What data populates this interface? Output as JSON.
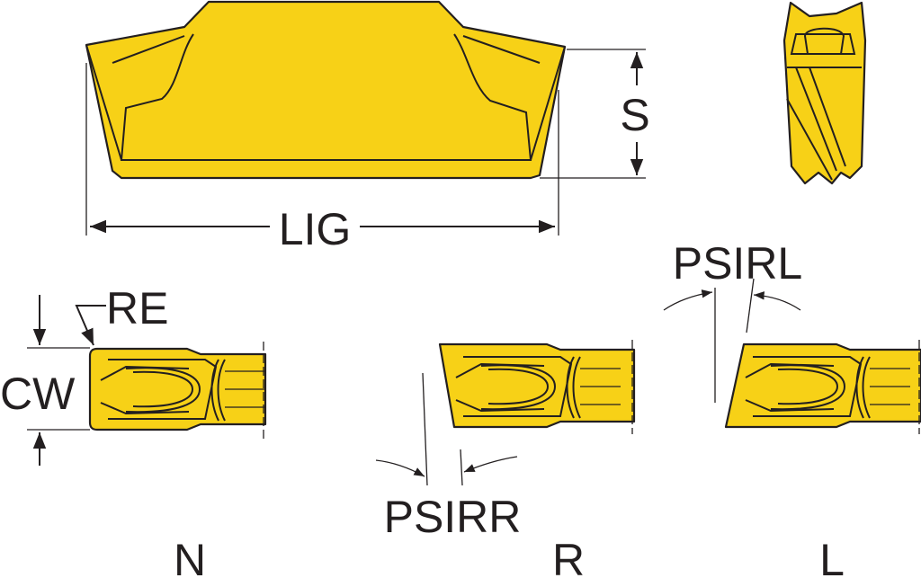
{
  "colors": {
    "insert": "#f7d117",
    "outline": "#231f20"
  },
  "labels": {
    "lig": "LIG",
    "s": "S",
    "re": "RE",
    "cw": "CW",
    "psirr": "PSIRR",
    "psirl": "PSIRL",
    "variant_n": "N",
    "variant_r": "R",
    "variant_l": "L"
  }
}
